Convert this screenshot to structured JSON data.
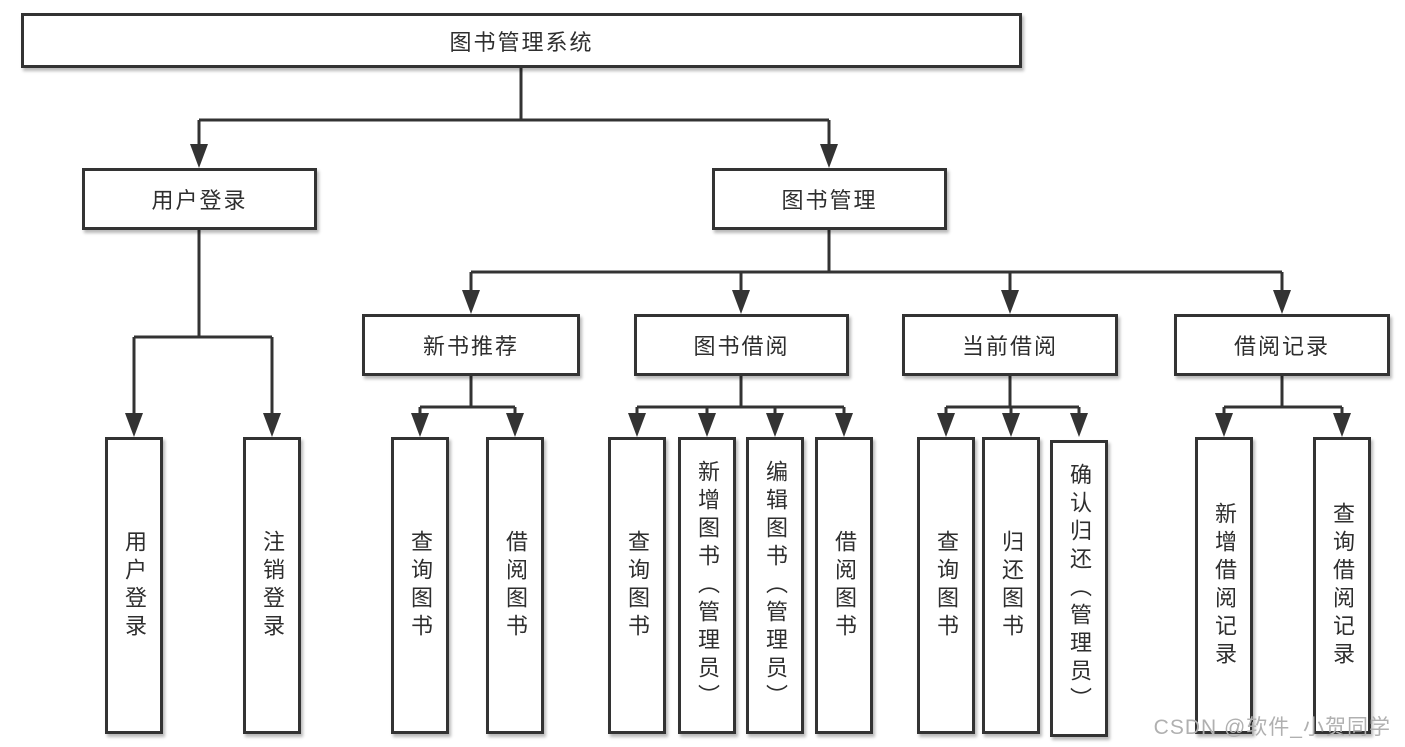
{
  "diagram": {
    "tree": {
      "label": "图书管理系统",
      "children": [
        {
          "label": "用户登录",
          "children": [
            {
              "label": "用户登录"
            },
            {
              "label": "注销登录"
            }
          ]
        },
        {
          "label": "图书管理",
          "children": [
            {
              "label": "新书推荐",
              "children": [
                {
                  "label": "查询图书"
                },
                {
                  "label": "借阅图书"
                }
              ]
            },
            {
              "label": "图书借阅",
              "children": [
                {
                  "label": "查询图书"
                },
                {
                  "label": "新增图书（管理员）"
                },
                {
                  "label": "编辑图书（管理员）"
                },
                {
                  "label": "借阅图书"
                }
              ]
            },
            {
              "label": "当前借阅",
              "children": [
                {
                  "label": "查询图书"
                },
                {
                  "label": "归还图书"
                },
                {
                  "label": "确认归还（管理员）"
                }
              ]
            },
            {
              "label": "借阅记录",
              "children": [
                {
                  "label": "新增借阅记录"
                },
                {
                  "label": "查询借阅记录"
                }
              ]
            }
          ]
        }
      ]
    },
    "colors": {
      "line": "#333333",
      "box_border": "#333333",
      "text": "#2e2e2e",
      "watermark": "#b0b0b0",
      "background": "#ffffff"
    }
  },
  "watermark": {
    "text": "CSDN @软件_小贺同学"
  }
}
